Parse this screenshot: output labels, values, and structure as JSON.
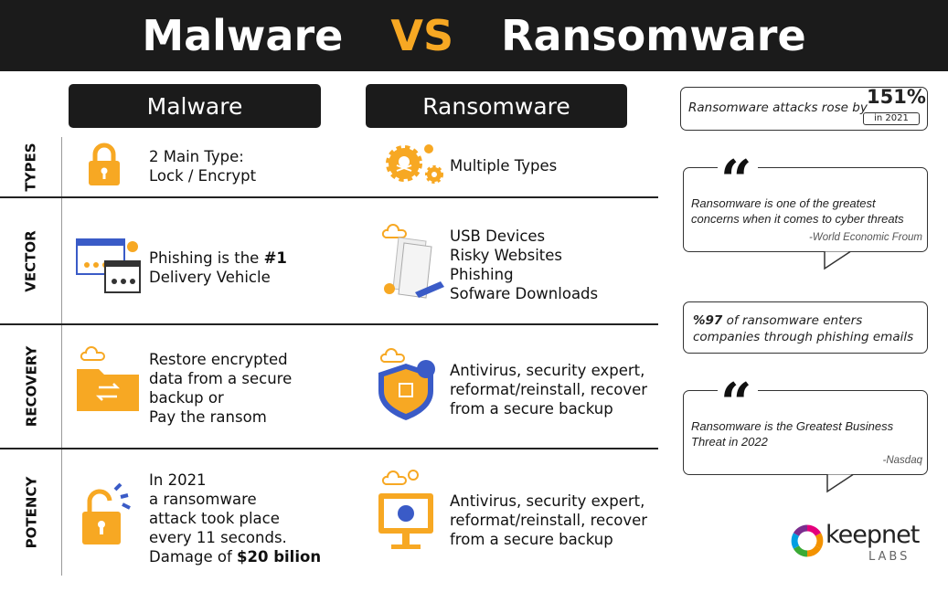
{
  "header": {
    "left": "Malware",
    "vs": "VS",
    "right": "Ransomware"
  },
  "columns": [
    "Malware",
    "Ransomware"
  ],
  "rows": [
    {
      "label": "TYPES",
      "malware": [
        "2 Main Type:",
        "Lock / Encrypt"
      ],
      "ransomware": [
        "Multiple Types"
      ]
    },
    {
      "label": "VECTOR",
      "malware_pre": "Phishing is the ",
      "malware_bold": "#1",
      "malware_post": "Delivery Vehicle",
      "ransomware": [
        "USB Devices",
        "Risky Websites",
        "Phishing",
        "Sofware Downloads"
      ]
    },
    {
      "label": "RECOVERY",
      "malware": [
        "Restore encrypted",
        "data from a secure",
        "backup or",
        "Pay the ransom"
      ],
      "ransomware": [
        "Antivirus, security expert,",
        "reformat/reinstall, recover",
        "from a secure backup"
      ]
    },
    {
      "label": "POTENCY",
      "malware": [
        "In 2021",
        "a ransomware",
        "attack took place",
        "every 11 seconds."
      ],
      "malware_pre": "Damage of ",
      "malware_bold": "$20 bilion",
      "ransomware": [
        "Antivirus, security expert,",
        "reformat/reinstall, recover",
        "from a secure backup"
      ]
    }
  ],
  "sidebar": {
    "stat": {
      "text": "Ransomware attacks rose by",
      "value": "151%",
      "badge": "in 2021"
    },
    "quote1": {
      "mark": "“",
      "text": "Ransomware is one of the greatest concerns when it comes to cyber threats",
      "source": "-World Economic Froum"
    },
    "stat2": {
      "bold": "%97",
      "text": " of ransomware enters companies through phishing emails"
    },
    "quote2": {
      "mark": "“",
      "text": "Ransomware is the Greatest Business Threat in 2022",
      "source": "-Nasdaq"
    }
  },
  "logo": {
    "name": "keepnet",
    "sub": "LABS"
  },
  "colors": {
    "accent": "#f7a823",
    "dark": "#1b1b1b",
    "blue": "#3a5bc7"
  }
}
